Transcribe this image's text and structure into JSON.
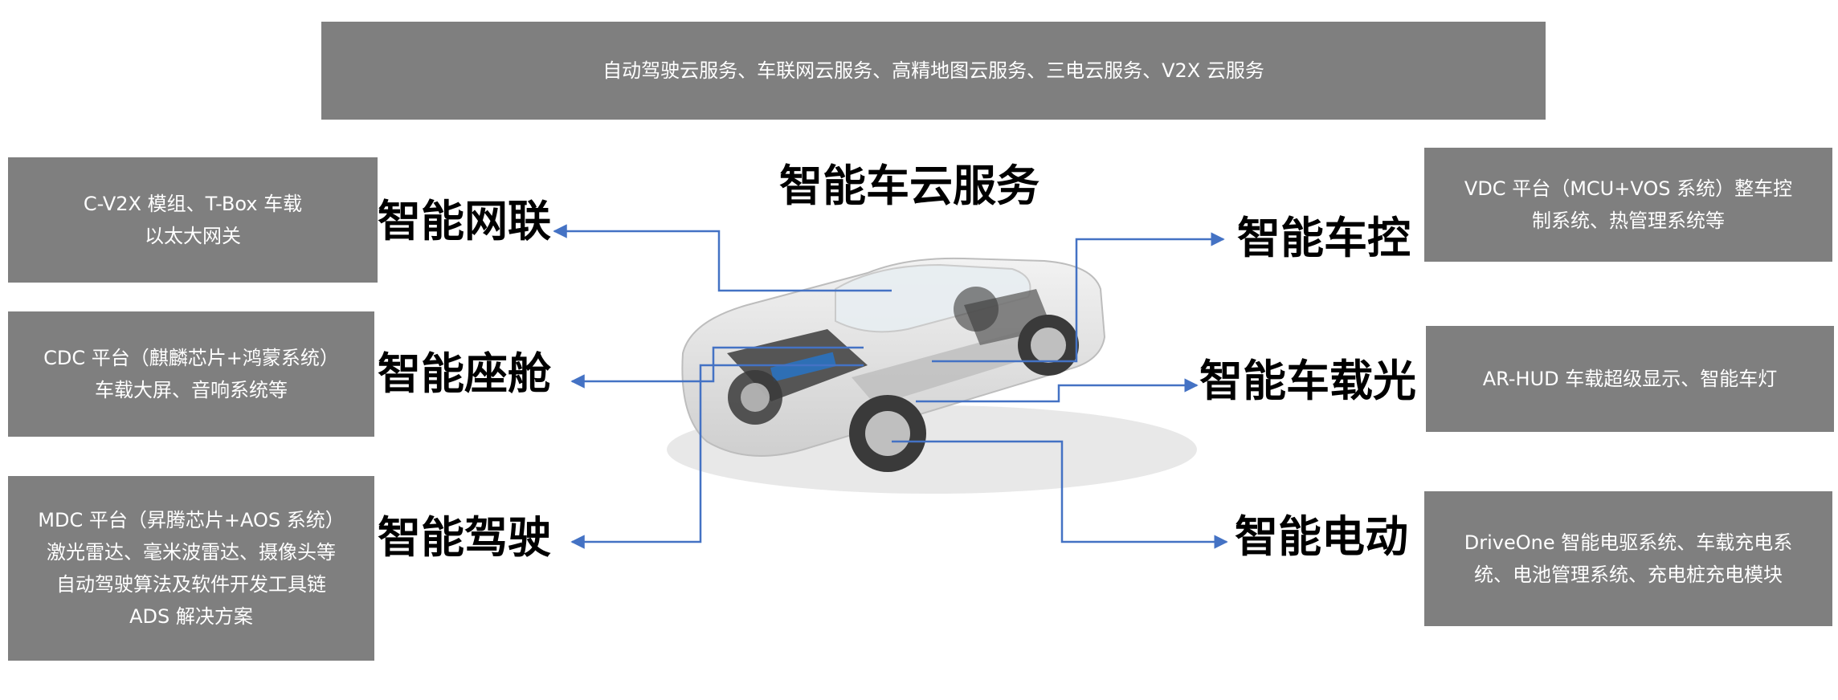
{
  "top_banner": "自动驾驶云服务、车联网云服务、高精地图云服务、三电云服务、V2X 云服务",
  "center_title": "智能车云服务",
  "left": [
    {
      "label": "智能网联",
      "desc": "C-V2X 模组、T-Box 车载\n以太大网关"
    },
    {
      "label": "智能座舱",
      "desc": "CDC 平台（麒麟芯片+鸿蒙系统）\n车载大屏、音响系统等"
    },
    {
      "label": "智能驾驶",
      "desc": "MDC 平台（昇腾芯片+AOS 系统）\n激光雷达、毫米波雷达、摄像头等\n自动驾驶算法及软件开发工具链\nADS 解决方案"
    }
  ],
  "right": [
    {
      "label": "智能车控",
      "desc": "VDC 平台（MCU+VOS 系统）整车控\n制系统、热管理系统等"
    },
    {
      "label": "智能车载光",
      "desc": "AR-HUD 车载超级显示、智能车灯"
    },
    {
      "label": "智能电动",
      "desc": "DriveOne 智能电驱系统、车载充电系\n统、电池管理系统、充电桩充电模块"
    }
  ],
  "colors": {
    "box": "#7f7f7f",
    "arrow": "#4472c4",
    "text_on_box": "#ffffff"
  }
}
